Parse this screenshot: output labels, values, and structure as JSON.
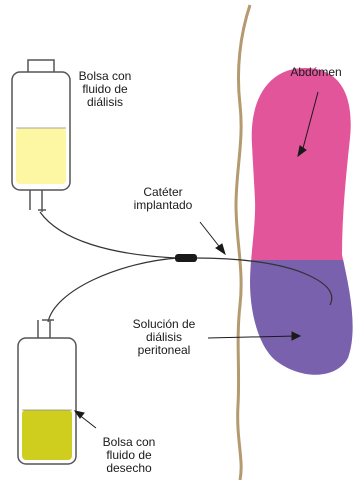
{
  "labels": {
    "fresh_bag": "Bolsa con\nfluido de\ndiálisis",
    "catheter": "Catéter\nimplantado",
    "abdomen": "Abdómen",
    "solution": "Solución de\ndiálisis\nperitoneal",
    "waste_bag": "Bolsa con\nfluido de\ndesecho"
  },
  "colors": {
    "abdomen_upper": "#e3559a",
    "abdomen_lower": "#7a61ad",
    "fresh_fluid": "#fdf7a3",
    "waste_fluid": "#cfcd1e",
    "body_wall": "#b49a6e",
    "outline": "#555555",
    "catheter_connector": "#1a1a1a"
  }
}
